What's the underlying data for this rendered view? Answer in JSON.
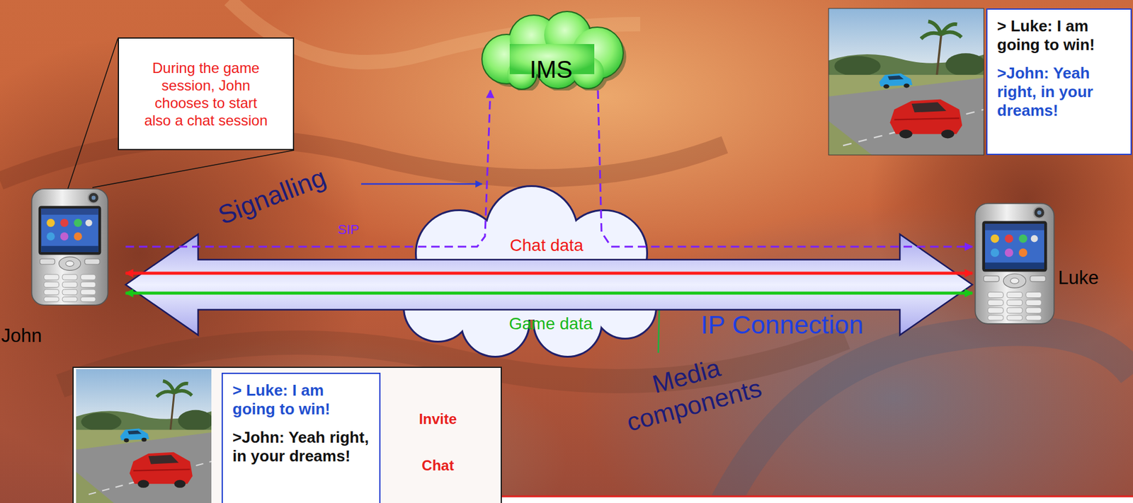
{
  "diagram": {
    "nodes": [
      {
        "text": [
          "During the game session, John chooses to start also a chat session"
        ]
      },
      {
        "text": [
          "IMS"
        ]
      },
      {
        "text": [
          "> Luke: I am going to win!",
          ">John: Yeah right, in your dreams!"
        ]
      },
      {
        "text": [
          "John"
        ]
      },
      {
        "text": [
          "Luke"
        ]
      },
      {
        "text": [
          "Invite",
          "Chat"
        ]
      },
      {
        "text": [
          "> Luke: I am going to win!",
          ">John: Yeah right, in your dreams!"
        ],
        "in": 5
      }
    ],
    "edges": [
      {
        "from": 3,
        "to": 1,
        "arrow": "to",
        "label": "SIP"
      },
      {
        "from": 1,
        "to": 4,
        "arrow": "to"
      },
      {
        "from": 3,
        "to": 4,
        "arrow": "both",
        "label": "IP Connection"
      },
      {
        "from": 3,
        "to": 4,
        "arrow": "both",
        "label": "Chat data"
      },
      {
        "from": 3,
        "to": 4,
        "arrow": "both",
        "label": "Game data"
      },
      {
        "from": 0,
        "to": 3,
        "arrow": "none"
      }
    ],
    "labels": [
      "Signalling",
      "Media components"
    ]
  }
}
